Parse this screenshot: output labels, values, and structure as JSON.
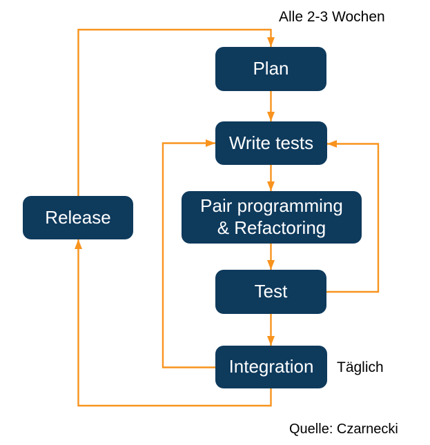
{
  "diagram": {
    "nodes": [
      {
        "id": "plan",
        "label": "Plan"
      },
      {
        "id": "write-tests",
        "label": "Write tests"
      },
      {
        "id": "pair",
        "label": "Pair programming\n& Refactoring"
      },
      {
        "id": "test",
        "label": "Test"
      },
      {
        "id": "integration",
        "label": "Integration"
      },
      {
        "id": "release",
        "label": "Release"
      }
    ],
    "edges": [
      {
        "from": "plan",
        "to": "write-tests"
      },
      {
        "from": "write-tests",
        "to": "pair"
      },
      {
        "from": "pair",
        "to": "test"
      },
      {
        "from": "test",
        "to": "integration"
      },
      {
        "from": "test",
        "to": "write-tests"
      },
      {
        "from": "integration",
        "to": "write-tests"
      },
      {
        "from": "integration",
        "to": "release"
      },
      {
        "from": "release",
        "to": "plan"
      }
    ],
    "annotations": {
      "cycle_label": "Alle 2-3 Wochen",
      "daily_label": "Täglich",
      "source_label": "Quelle: Czarnecki"
    },
    "colors": {
      "node_fill": "#0E3A5C",
      "node_text": "#FFFFFF",
      "arrow": "#F8931D",
      "label_text": "#000000",
      "background": "#FFFFFF"
    }
  }
}
